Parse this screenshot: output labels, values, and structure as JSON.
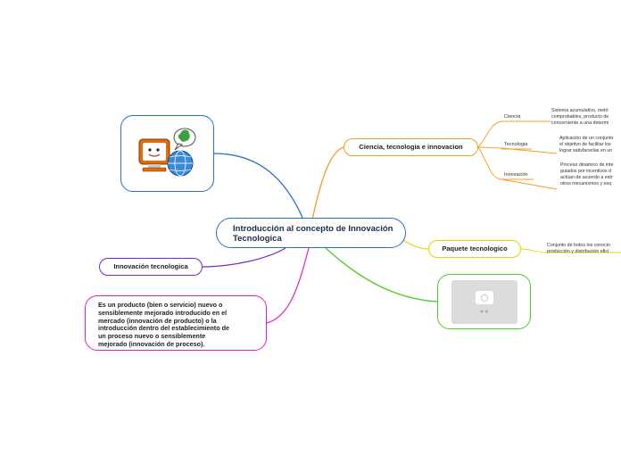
{
  "central_topic": {
    "title": "Introducción al concepto de Innovación Tecnologica"
  },
  "branches": {
    "ciencia": {
      "label": "Ciencia, tecnologia e innovacion",
      "children": [
        {
          "label": "Ciencia",
          "text_lines": [
            "Sistema acumulativo, metó",
            "comprobables, producto de",
            "concerniente a una determi"
          ]
        },
        {
          "label": "Tecnologia",
          "text_lines": [
            "Aplicación de un conjunto",
            "el objetivo de facilitar los",
            "lograr satisfacerlas en un"
          ]
        },
        {
          "label": "Innovación",
          "text_lines": [
            "Proceso dinámico de inte",
            "guiados por incentivos d",
            "actúan de acuerdo a estr",
            "otros mecanismos y esq"
          ]
        }
      ]
    },
    "paquete": {
      "label": "Paquete tecnologico",
      "text_lines": [
        "Conjunto de todos los conocin",
        "producción y distribución efici"
      ]
    },
    "innovacion": {
      "label": "Innovación tecnologica"
    },
    "definicion": {
      "text_lines": [
        "Es un producto (bien o servicio) nuevo o",
        "sensiblemente mejorado introducido en el",
        "mercado (innovación de producto) o la",
        "introducción dentro del establecimiento de",
        "un proceso nuevo o sensiblemente",
        "mejorado (innovación de proceso)."
      ]
    }
  },
  "colors": {
    "central": "#2a6fc9",
    "ciencia": "#f0a020",
    "paquete": "#e4d800",
    "innovacion": "#7a28c8",
    "definicion": "#e020c8",
    "image_node": "#4ccc28"
  },
  "icons": {
    "image_node_1": "computer-globe-icon",
    "image_node_2": "camera-placeholder-icon"
  }
}
